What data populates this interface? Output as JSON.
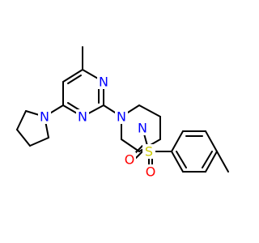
{
  "molecule": {
    "atoms": {
      "n_pyrimidine_top": "N",
      "n_pyrimidine_bottom": "N",
      "n_pyrrolidine": "N",
      "n_piperazine_left": "N",
      "n_piperazine_right": "N",
      "s_sulfonyl": "S",
      "o_sulfonyl_top": "O",
      "o_sulfonyl_bottom": "O"
    },
    "colors": {
      "bond": "#000000",
      "nitrogen": "#0000FF",
      "sulfur": "#CCCC00",
      "oxygen": "#FF0000"
    }
  }
}
